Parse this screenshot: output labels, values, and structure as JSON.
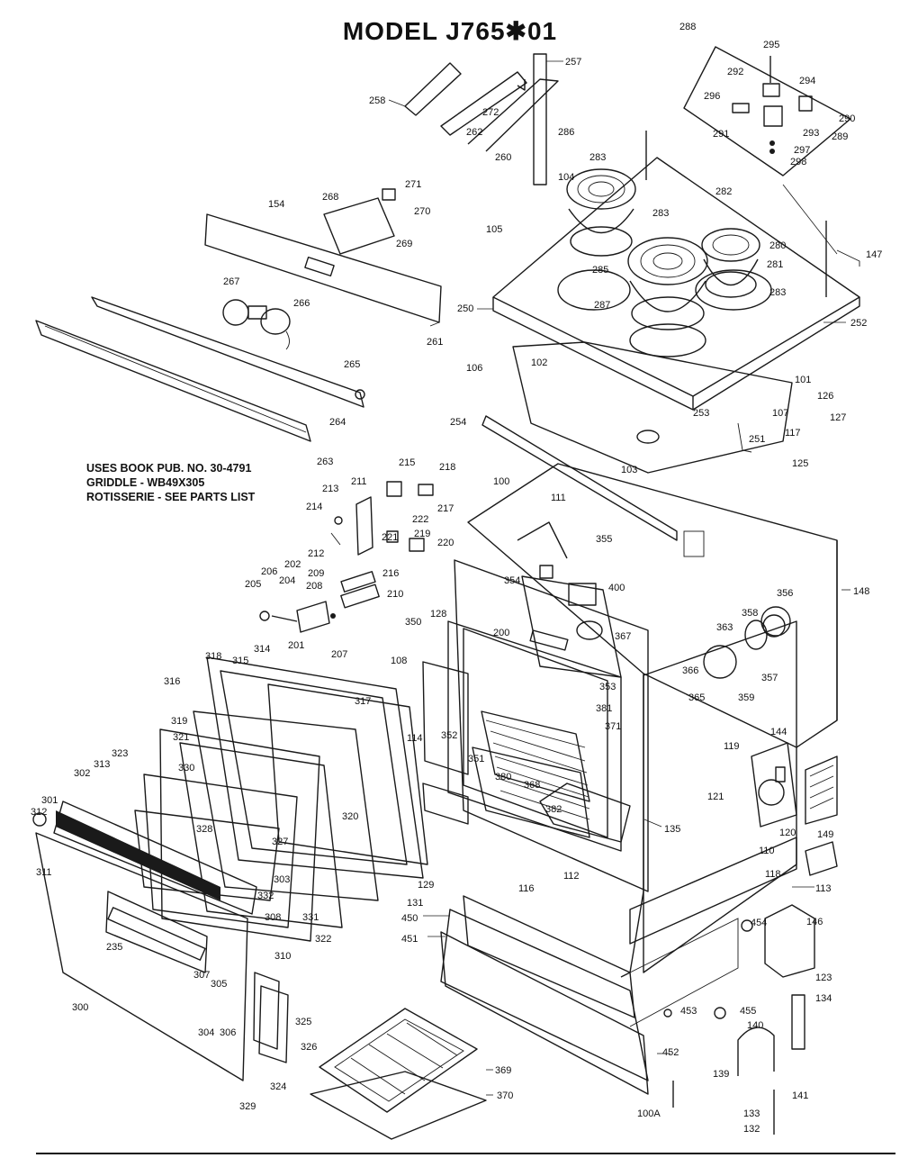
{
  "title": "MODEL  J765✱01",
  "notes": [
    "USES BOOK PUB. NO. 30-4791",
    "GRIDDLE - WB49X305",
    "ROTISSERIE - SEE PARTS LIST"
  ],
  "callouts": [
    {
      "id": "p288",
      "text": "288"
    },
    {
      "id": "p295",
      "text": "295"
    },
    {
      "id": "p292",
      "text": "292"
    },
    {
      "id": "p294",
      "text": "294"
    },
    {
      "id": "p296",
      "text": "296"
    },
    {
      "id": "p290",
      "text": "290"
    },
    {
      "id": "p291",
      "text": "291"
    },
    {
      "id": "p293",
      "text": "293"
    },
    {
      "id": "p289",
      "text": "289"
    },
    {
      "id": "p297",
      "text": "297"
    },
    {
      "id": "p298",
      "text": "298"
    },
    {
      "id": "p257",
      "text": "257"
    },
    {
      "id": "p258",
      "text": "258"
    },
    {
      "id": "p272",
      "text": "272"
    },
    {
      "id": "p262",
      "text": "262"
    },
    {
      "id": "p260",
      "text": "260"
    },
    {
      "id": "p286",
      "text": "286"
    },
    {
      "id": "p283a",
      "text": "283"
    },
    {
      "id": "p104",
      "text": "104"
    },
    {
      "id": "p105",
      "text": "105"
    },
    {
      "id": "p282",
      "text": "282"
    },
    {
      "id": "p283b",
      "text": "283"
    },
    {
      "id": "p280",
      "text": "280"
    },
    {
      "id": "p281",
      "text": "281"
    },
    {
      "id": "p147",
      "text": "147"
    },
    {
      "id": "p285",
      "text": "285"
    },
    {
      "id": "p283c",
      "text": "283"
    },
    {
      "id": "p287",
      "text": "287"
    },
    {
      "id": "p250",
      "text": "250"
    },
    {
      "id": "p252",
      "text": "252"
    },
    {
      "id": "p154",
      "text": "154"
    },
    {
      "id": "p268",
      "text": "268"
    },
    {
      "id": "p271",
      "text": "271"
    },
    {
      "id": "p270",
      "text": "270"
    },
    {
      "id": "p269",
      "text": "269"
    },
    {
      "id": "p267",
      "text": "267"
    },
    {
      "id": "p266",
      "text": "266"
    },
    {
      "id": "p261",
      "text": "261"
    },
    {
      "id": "p265",
      "text": "265"
    },
    {
      "id": "p264",
      "text": "264"
    },
    {
      "id": "p263",
      "text": "263"
    },
    {
      "id": "p106",
      "text": "106"
    },
    {
      "id": "p102",
      "text": "102"
    },
    {
      "id": "p101",
      "text": "101"
    },
    {
      "id": "p126",
      "text": "126"
    },
    {
      "id": "p253",
      "text": "253"
    },
    {
      "id": "p107",
      "text": "107"
    },
    {
      "id": "p127",
      "text": "127"
    },
    {
      "id": "p254",
      "text": "254"
    },
    {
      "id": "p251",
      "text": "251"
    },
    {
      "id": "p117",
      "text": "117"
    },
    {
      "id": "p103",
      "text": "103"
    },
    {
      "id": "p125",
      "text": "125"
    },
    {
      "id": "p215",
      "text": "215"
    },
    {
      "id": "p218",
      "text": "218"
    },
    {
      "id": "p211",
      "text": "211"
    },
    {
      "id": "p213",
      "text": "213"
    },
    {
      "id": "p222",
      "text": "222"
    },
    {
      "id": "p217",
      "text": "217"
    },
    {
      "id": "p214",
      "text": "214"
    },
    {
      "id": "p219",
      "text": "219"
    },
    {
      "id": "p221",
      "text": "221"
    },
    {
      "id": "p220",
      "text": "220"
    },
    {
      "id": "p100",
      "text": "100"
    },
    {
      "id": "p111",
      "text": "111"
    },
    {
      "id": "p212",
      "text": "212"
    },
    {
      "id": "p209",
      "text": "209"
    },
    {
      "id": "p216",
      "text": "216"
    },
    {
      "id": "p208",
      "text": "208"
    },
    {
      "id": "p210",
      "text": "210"
    },
    {
      "id": "p202",
      "text": "202"
    },
    {
      "id": "p206",
      "text": "206"
    },
    {
      "id": "p204",
      "text": "204"
    },
    {
      "id": "p205",
      "text": "205"
    },
    {
      "id": "p201",
      "text": "201"
    },
    {
      "id": "p207",
      "text": "207"
    },
    {
      "id": "p355",
      "text": "355"
    },
    {
      "id": "p354",
      "text": "354"
    },
    {
      "id": "p148",
      "text": "148"
    },
    {
      "id": "p128",
      "text": "128"
    },
    {
      "id": "p400",
      "text": "400"
    },
    {
      "id": "p356",
      "text": "356"
    },
    {
      "id": "p358",
      "text": "358"
    },
    {
      "id": "p350",
      "text": "350"
    },
    {
      "id": "p200",
      "text": "200"
    },
    {
      "id": "p367",
      "text": "367"
    },
    {
      "id": "p363",
      "text": "363"
    },
    {
      "id": "p357",
      "text": "357"
    },
    {
      "id": "p108",
      "text": "108"
    },
    {
      "id": "p353",
      "text": "353"
    },
    {
      "id": "p366",
      "text": "366"
    },
    {
      "id": "p359",
      "text": "359"
    },
    {
      "id": "p365",
      "text": "365"
    },
    {
      "id": "p318",
      "text": "318"
    },
    {
      "id": "p314",
      "text": "314"
    },
    {
      "id": "p315",
      "text": "315"
    },
    {
      "id": "p316",
      "text": "316"
    },
    {
      "id": "p317",
      "text": "317"
    },
    {
      "id": "p381",
      "text": "381"
    },
    {
      "id": "p371",
      "text": "371"
    },
    {
      "id": "p144",
      "text": "144"
    },
    {
      "id": "p319",
      "text": "319"
    },
    {
      "id": "p114",
      "text": "114"
    },
    {
      "id": "p352",
      "text": "352"
    },
    {
      "id": "p351",
      "text": "351"
    },
    {
      "id": "p119",
      "text": "119"
    },
    {
      "id": "p321",
      "text": "321"
    },
    {
      "id": "p323",
      "text": "323"
    },
    {
      "id": "p330",
      "text": "330"
    },
    {
      "id": "p313",
      "text": "313"
    },
    {
      "id": "p380",
      "text": "380"
    },
    {
      "id": "p368",
      "text": "368"
    },
    {
      "id": "p302",
      "text": "302"
    },
    {
      "id": "p121",
      "text": "121"
    },
    {
      "id": "p382",
      "text": "382"
    },
    {
      "id": "p135",
      "text": "135"
    },
    {
      "id": "p301",
      "text": "301"
    },
    {
      "id": "p320",
      "text": "320"
    },
    {
      "id": "p120",
      "text": "120"
    },
    {
      "id": "p149",
      "text": "149"
    },
    {
      "id": "p312",
      "text": "312"
    },
    {
      "id": "p328",
      "text": "328"
    },
    {
      "id": "p327",
      "text": "327"
    },
    {
      "id": "p311",
      "text": "311"
    },
    {
      "id": "p110",
      "text": "110"
    },
    {
      "id": "p112",
      "text": "112"
    },
    {
      "id": "p118",
      "text": "118"
    },
    {
      "id": "p303",
      "text": "303"
    },
    {
      "id": "p129",
      "text": "129"
    },
    {
      "id": "p116",
      "text": "116"
    },
    {
      "id": "p113",
      "text": "113"
    },
    {
      "id": "p332",
      "text": "332"
    },
    {
      "id": "p131",
      "text": "131"
    },
    {
      "id": "p308",
      "text": "308"
    },
    {
      "id": "p331",
      "text": "331"
    },
    {
      "id": "p450",
      "text": "450"
    },
    {
      "id": "p146",
      "text": "146"
    },
    {
      "id": "p454",
      "text": "454"
    },
    {
      "id": "p322",
      "text": "322"
    },
    {
      "id": "p235",
      "text": "235"
    },
    {
      "id": "p451",
      "text": "451"
    },
    {
      "id": "p307",
      "text": "307"
    },
    {
      "id": "p310",
      "text": "310"
    },
    {
      "id": "p123",
      "text": "123"
    },
    {
      "id": "p300",
      "text": "300"
    },
    {
      "id": "p305",
      "text": "305"
    },
    {
      "id": "p134",
      "text": "134"
    },
    {
      "id": "p325",
      "text": "325"
    },
    {
      "id": "p453",
      "text": "453"
    },
    {
      "id": "p455",
      "text": "455"
    },
    {
      "id": "p304",
      "text": "304"
    },
    {
      "id": "p306",
      "text": "306"
    },
    {
      "id": "p326",
      "text": "326"
    },
    {
      "id": "p140",
      "text": "140"
    },
    {
      "id": "p452",
      "text": "452"
    },
    {
      "id": "p369",
      "text": "369"
    },
    {
      "id": "p139",
      "text": "139"
    },
    {
      "id": "p141",
      "text": "141"
    },
    {
      "id": "p324",
      "text": "324"
    },
    {
      "id": "p370",
      "text": "370"
    },
    {
      "id": "p329",
      "text": "329"
    },
    {
      "id": "p100A",
      "text": "100A"
    },
    {
      "id": "p133",
      "text": "133"
    },
    {
      "id": "p132",
      "text": "132"
    }
  ]
}
